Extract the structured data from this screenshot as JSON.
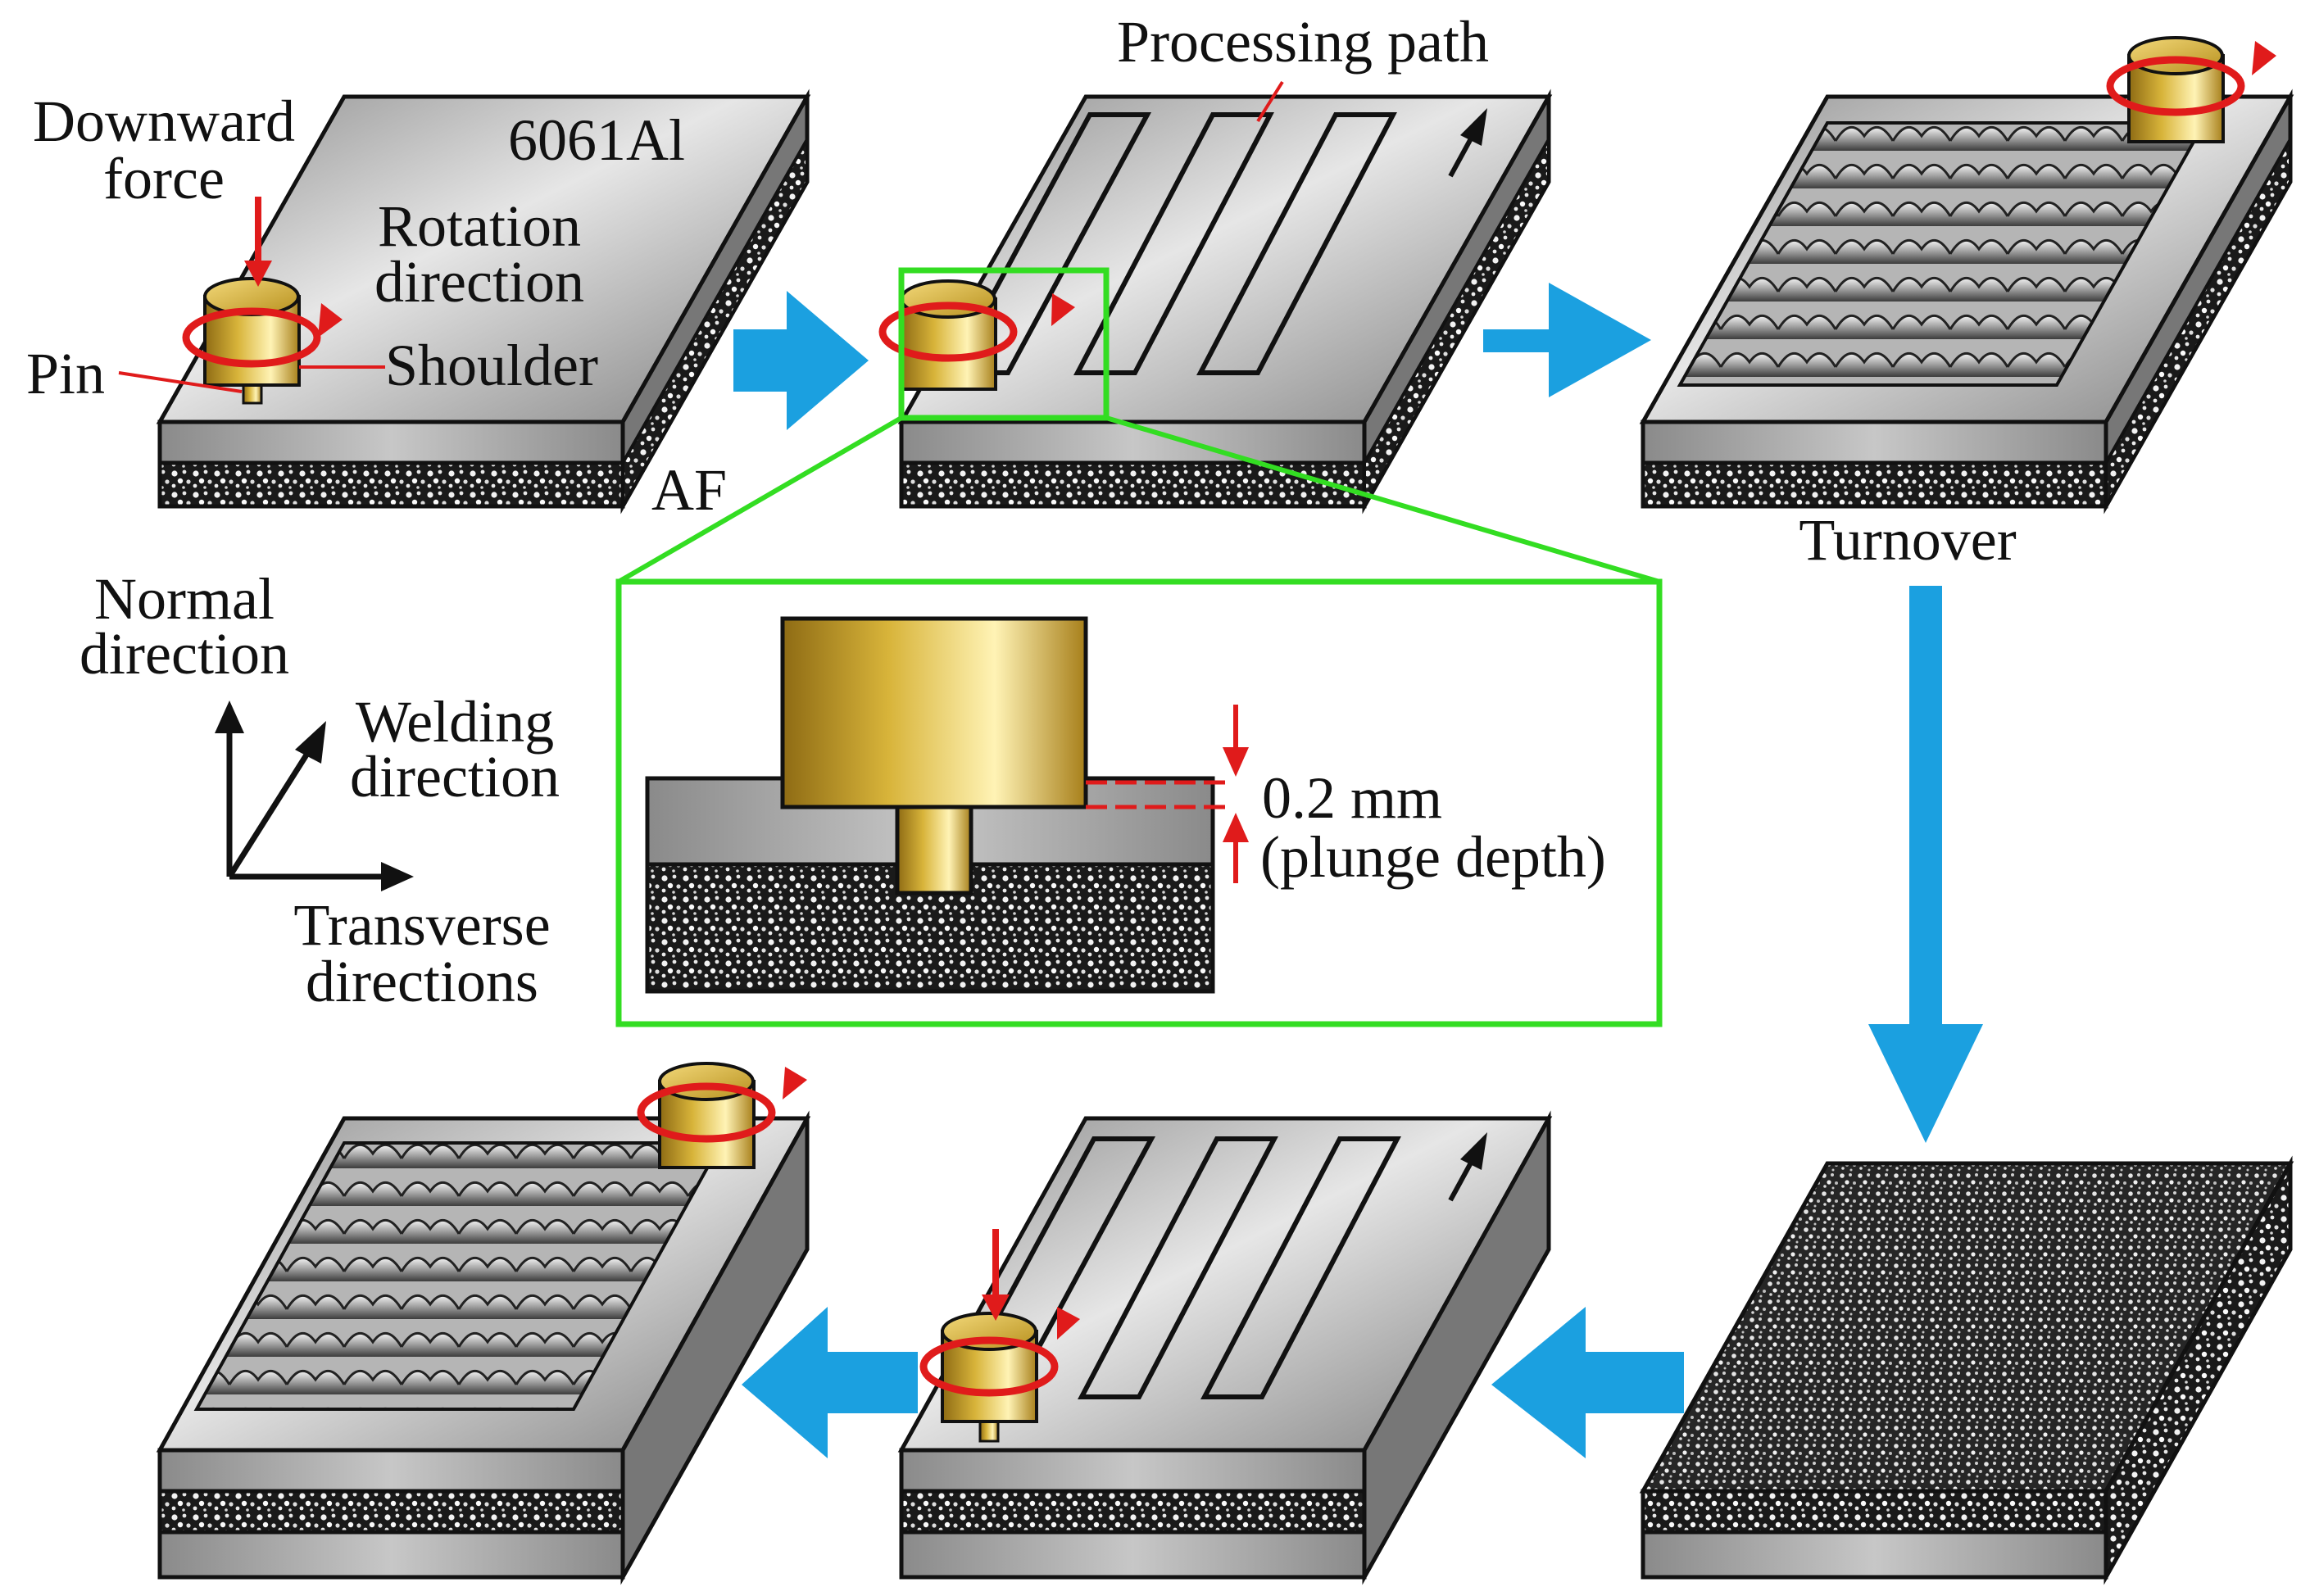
{
  "labels": {
    "downward_force_line1": "Downward",
    "downward_force_line2": "force",
    "alloy": "6061Al",
    "rotation_line1": "Rotation",
    "rotation_line2": "direction",
    "pin": "Pin",
    "shoulder": "Shoulder",
    "af": "AF",
    "processing_path": "Processing path",
    "turnover": "Turnover",
    "normal_line1": "Normal",
    "normal_line2": "direction",
    "welding_line1": "Welding",
    "welding_line2": "direction",
    "transverse_line1": "Transverse",
    "transverse_line2": "directions",
    "plunge_value": "0.2 mm",
    "plunge_caption": "(plunge depth)"
  },
  "colors": {
    "flow_arrow": "#1ba0e0",
    "zoom_frame": "#33dd22",
    "annotation": "#e01b1b",
    "tool_gold": "#d8b43a",
    "plate_gray": "#9a9a9a"
  }
}
